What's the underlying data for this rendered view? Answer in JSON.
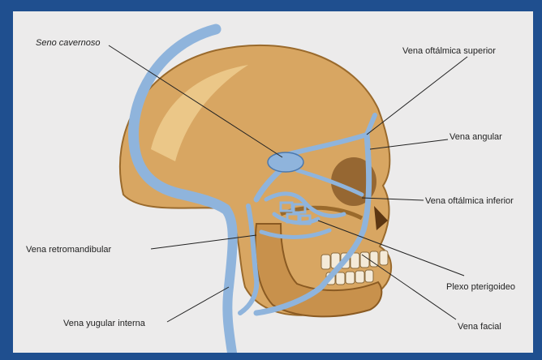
{
  "labels": {
    "seno_cavernoso": "Seno cavernoso",
    "vena_oftalmica_superior": "Vena oftálmica superior",
    "vena_angular": "Vena angular",
    "vena_oftalmica_inferior": "Vena oftálmica inferior",
    "plexo_pterigoideo": "Plexo pterigoideo",
    "vena_facial": "Vena facial",
    "vena_retromandibular": "Vena retromandibular",
    "vena_yugular_interna": "Vena yugular interna"
  },
  "colors": {
    "frame": "#1f4f8f",
    "paper": "#ecebeb",
    "skull": "#d8a662",
    "skull_shadow": "#9a6a2c",
    "vein": "#8fb4dc",
    "vein_edge": "#4b78ad"
  }
}
